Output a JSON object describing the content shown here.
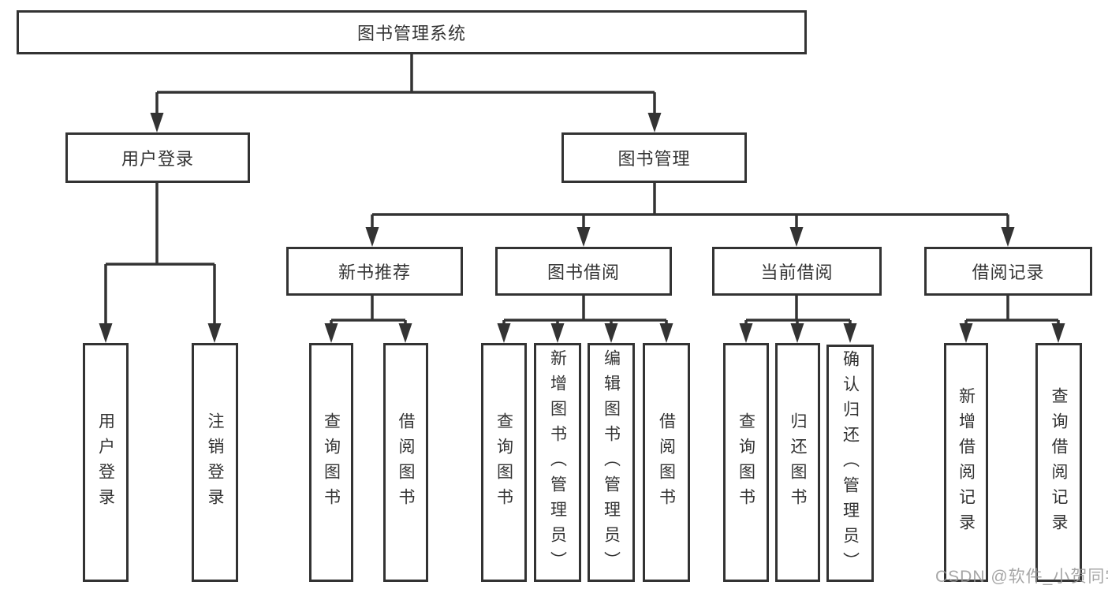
{
  "diagram": {
    "title": "图书管理系统",
    "branches": {
      "user_login": {
        "label": "用户登录",
        "children": [
          "用户登录",
          "注销登录"
        ]
      },
      "book_management": {
        "label": "图书管理",
        "sections": {
          "new_book_recommend": {
            "label": "新书推荐",
            "children": [
              "查询图书",
              "借阅图书"
            ]
          },
          "book_borrow": {
            "label": "图书借阅",
            "children": [
              "查询图书",
              "新增图书（管理员）",
              "编辑图书（管理员）",
              "借阅图书"
            ]
          },
          "current_borrow": {
            "label": "当前借阅",
            "children": [
              "查询图书",
              "归还图书",
              "确认归还（管理员）"
            ]
          },
          "borrow_record": {
            "label": "借阅记录",
            "children": [
              "新增借阅记录",
              "查询借阅记录"
            ]
          }
        }
      }
    }
  },
  "watermark": "CSDN @软件_小贺同学",
  "colors": {
    "line": "#333333",
    "text": "#333333",
    "background": "#ffffff",
    "watermark": "#969696"
  }
}
